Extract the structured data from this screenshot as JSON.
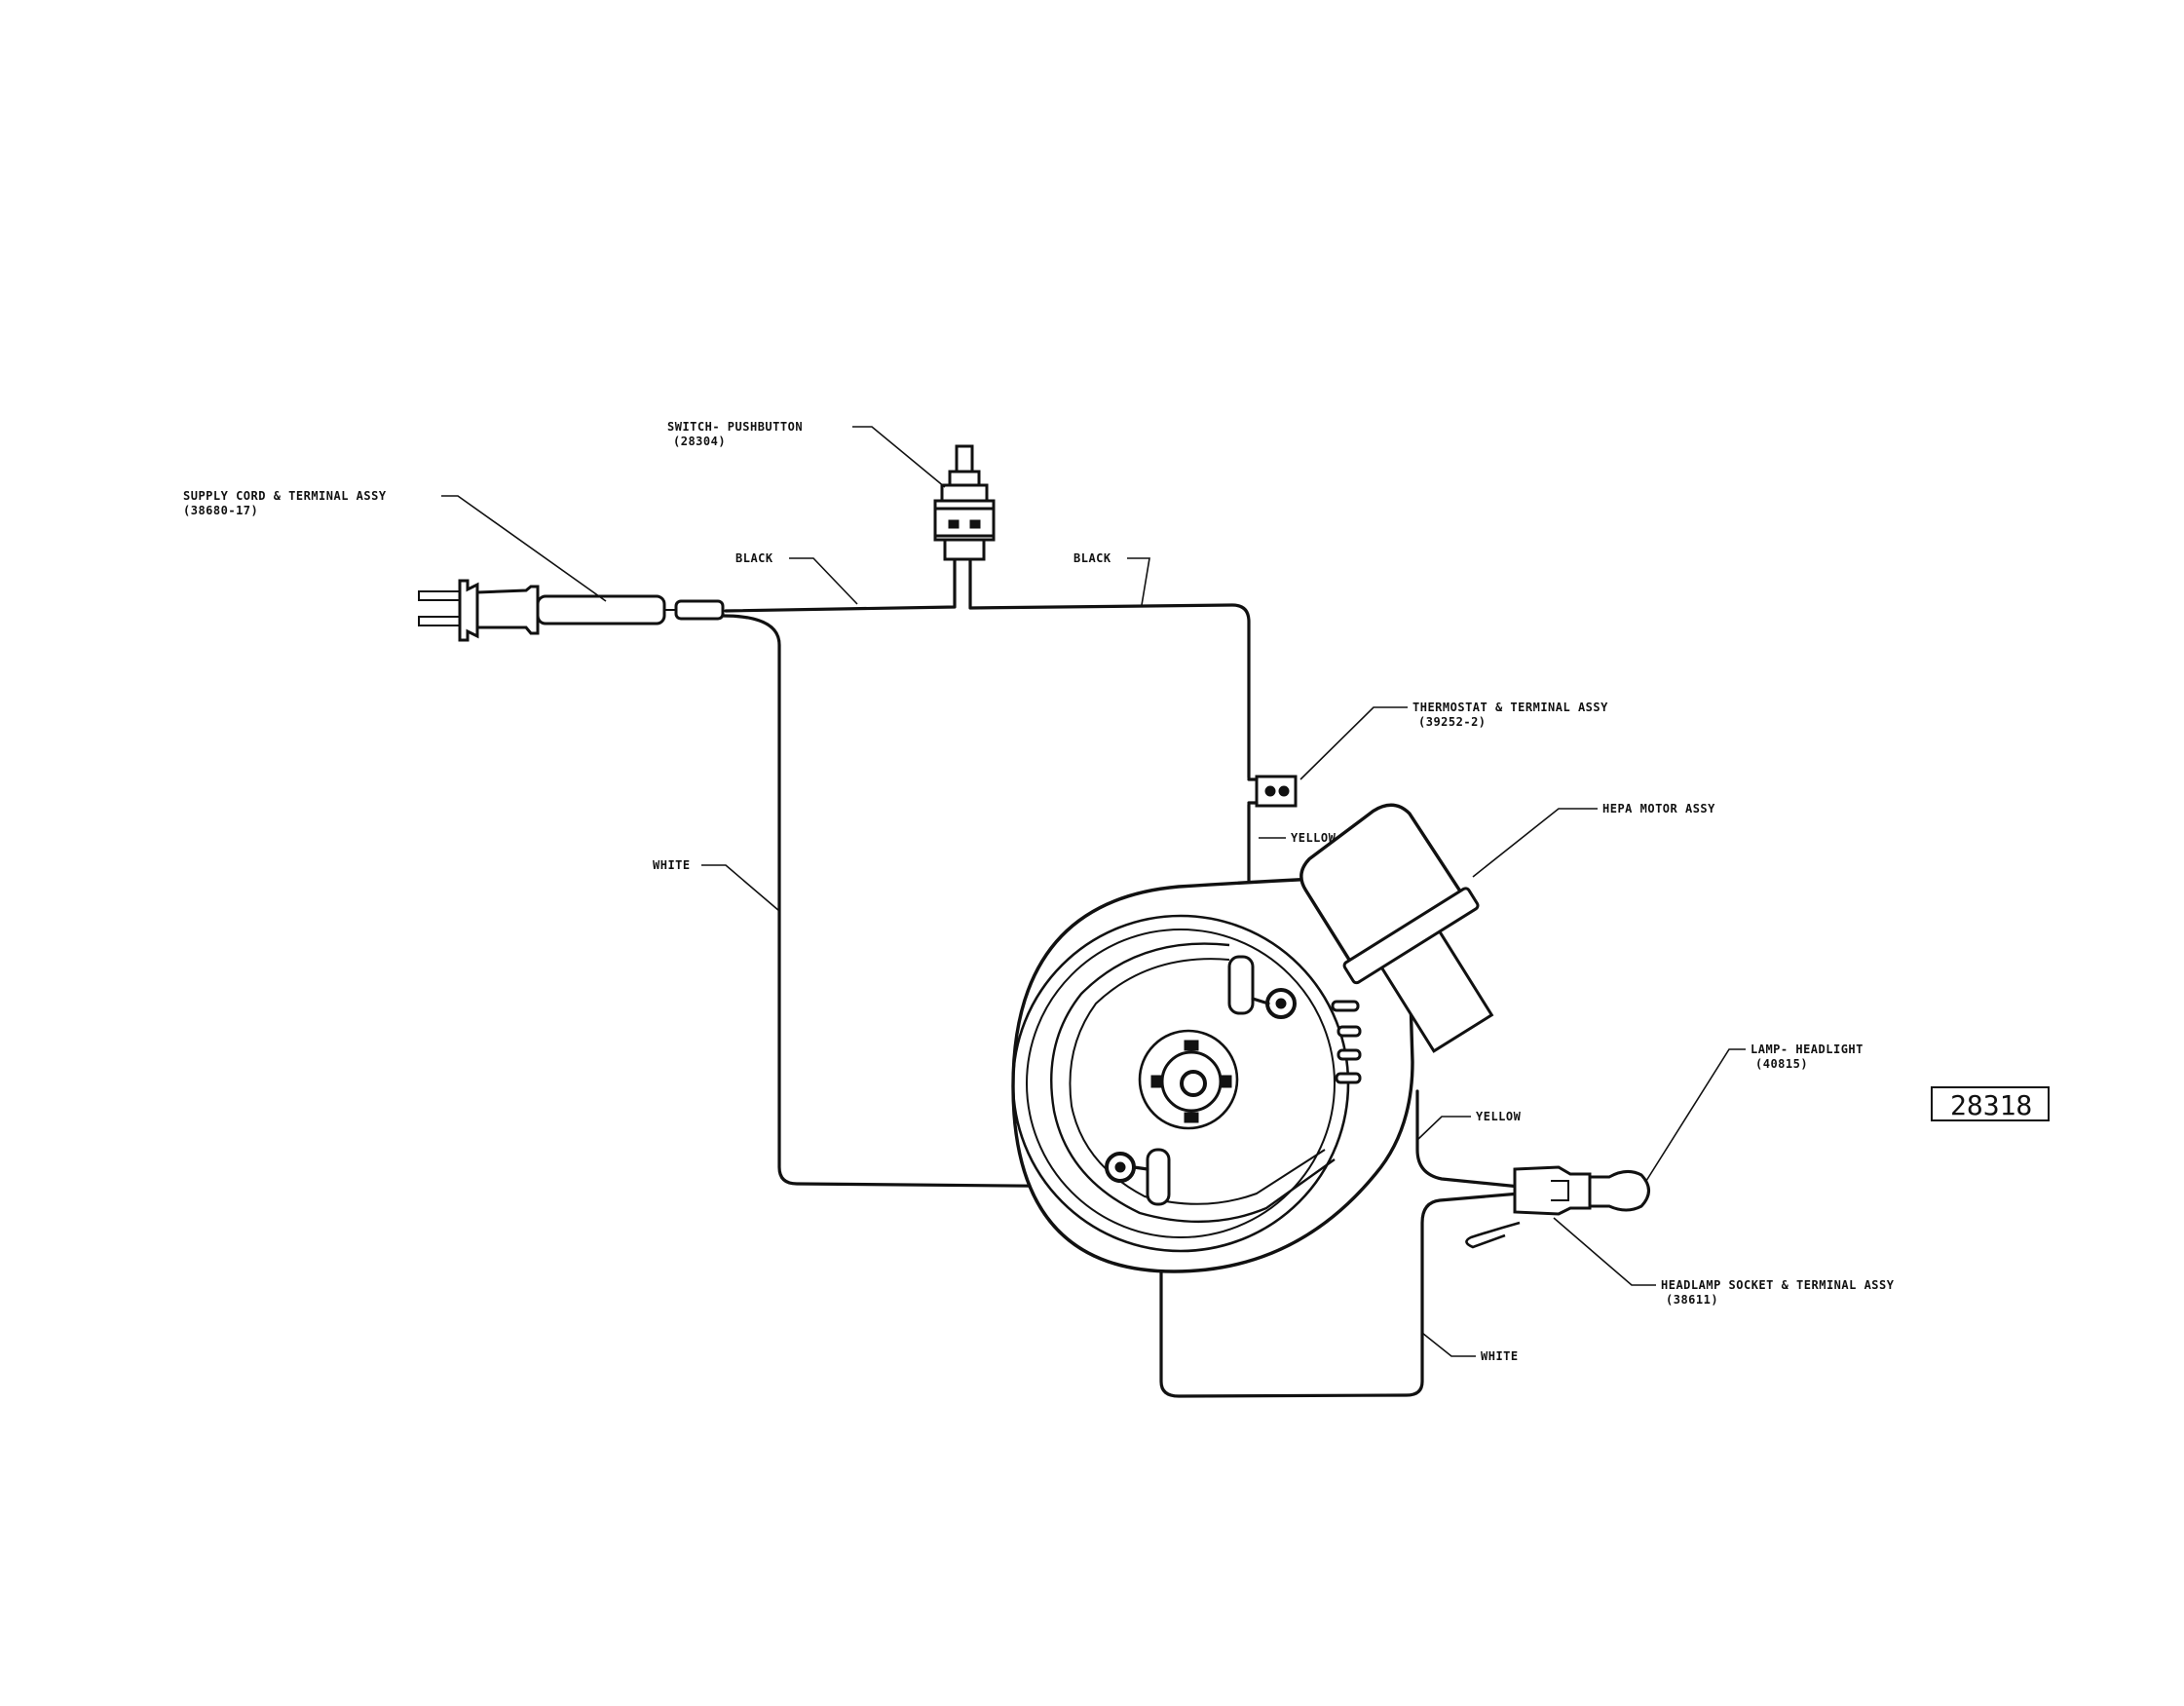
{
  "labels": {
    "switch_name": "SWITCH- PUSHBUTTON",
    "switch_part": "(28304)",
    "cord_name": "SUPPLY CORD & TERMINAL ASSY",
    "cord_part": "(38680-17)",
    "black_left": "BLACK",
    "black_right": "BLACK",
    "thermostat_name": "THERMOSTAT & TERMINAL ASSY",
    "thermostat_part": "(39252-2)",
    "yellow_top": "YELLOW",
    "motor_name": "HEPA MOTOR ASSY",
    "white_left": "WHITE",
    "lamp_name": "LAMP- HEADLIGHT",
    "lamp_part": "(40815)",
    "yellow_bottom": "YELLOW",
    "socket_name": "HEADLAMP SOCKET & TERMINAL ASSY",
    "socket_part": "(38611)",
    "white_bottom": "WHITE"
  },
  "figure_number": "28318",
  "colors": {
    "ink": "#111111",
    "paper": "#ffffff"
  }
}
